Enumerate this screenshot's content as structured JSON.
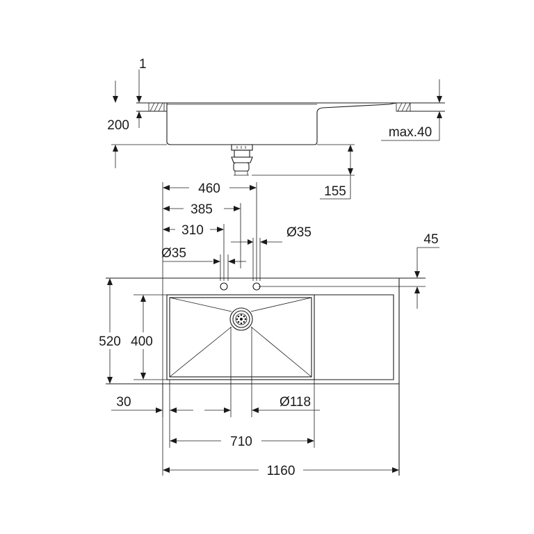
{
  "drawing": {
    "side_view": {
      "dim_top_gap": "1",
      "dim_bowl_depth": "200",
      "dim_worktop": "max.40",
      "dim_waste": "155"
    },
    "tap_dims": {
      "dim_460": "460",
      "dim_385": "385",
      "dim_310": "310",
      "dim_hole_right": "Ø35",
      "dim_hole_left": "Ø35"
    },
    "plan_view": {
      "dim_edge": "45",
      "dim_depth_outer": "520",
      "dim_depth_bowl": "400",
      "dim_offset": "30",
      "dim_drain": "Ø118",
      "dim_bowl_width": "710",
      "dim_total_width": "1160"
    }
  }
}
